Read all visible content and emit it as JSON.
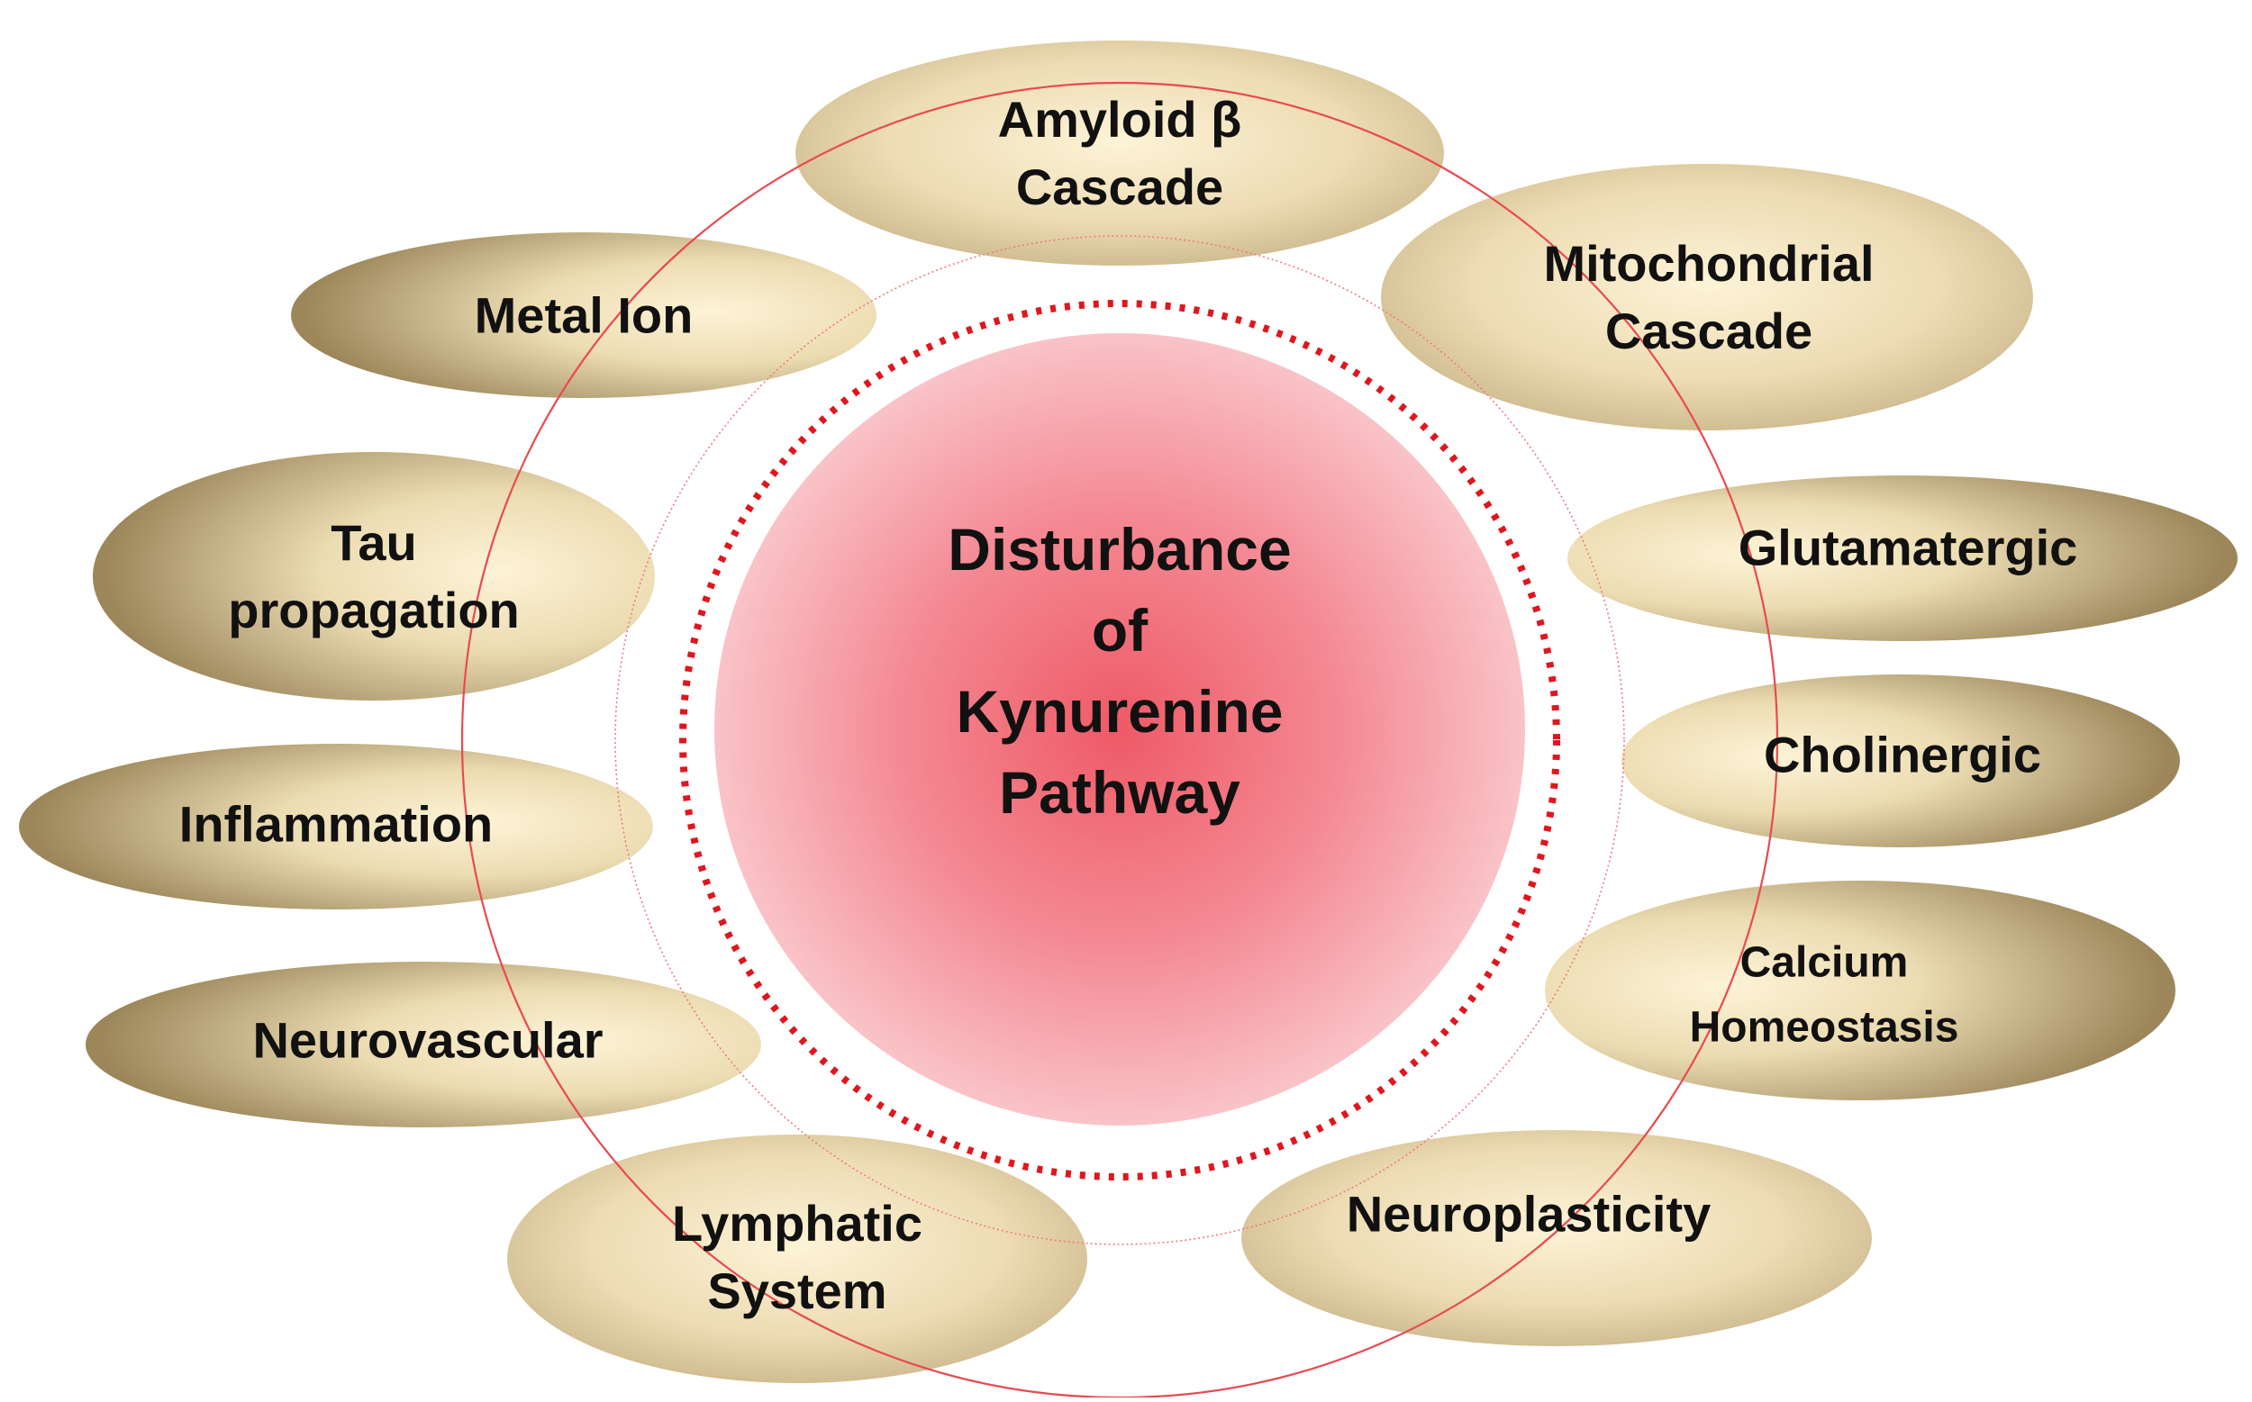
{
  "center": {
    "lines": [
      "Disturbance",
      "of",
      "Kynurenine",
      "Pathway"
    ]
  },
  "nodes": [
    {
      "id": "amyloid",
      "lines": [
        "Amyloid β",
        "Cascade"
      ]
    },
    {
      "id": "mitochondrial",
      "lines": [
        "Mitochondrial",
        "Cascade"
      ]
    },
    {
      "id": "glutamatergic",
      "lines": [
        "Glutamatergic"
      ]
    },
    {
      "id": "cholinergic",
      "lines": [
        "Cholinergic"
      ]
    },
    {
      "id": "calcium",
      "lines": [
        "Calcium",
        "Homeostasis"
      ]
    },
    {
      "id": "neuroplasticity",
      "lines": [
        "Neuroplasticity"
      ]
    },
    {
      "id": "lymphatic",
      "lines": [
        "Lymphatic",
        "System"
      ]
    },
    {
      "id": "neurovascular",
      "lines": [
        "Neurovascular"
      ]
    },
    {
      "id": "inflammation",
      "lines": [
        "Inflammation"
      ]
    },
    {
      "id": "tau",
      "lines": [
        "Tau",
        "propagation"
      ]
    },
    {
      "id": "metal",
      "lines": [
        "Metal Ion"
      ]
    }
  ],
  "colors": {
    "ellipse_light": "#fbefcf",
    "ellipse_mid": "#e9d9ae",
    "ellipse_dark": "#a08a5e",
    "center_outer": "#f7b6bd",
    "center_inner": "#ee5a66",
    "ring_dotted": "#e0161e",
    "ring_thin": "#e84a50",
    "text": "#111111"
  }
}
